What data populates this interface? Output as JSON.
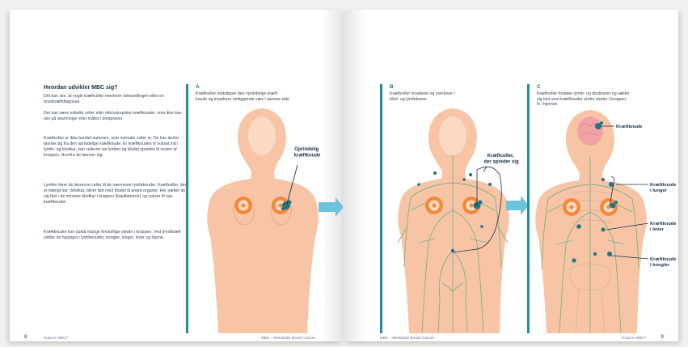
{
  "left_page": {
    "heading": "Hvordan udvikler MBC sig?",
    "paragraphs": [
      "Det kan ske, at nogle kræftceller overlever behandlingen efter en brystkræftdiagnose.",
      "Det kan være enkelte celler eller mikroskopiske kræftknuder, som ikke kan ses på skanninger eller måles i blodprøver.",
      "Kræftceller er ikke bundet sammen, som normale celler er. De kan derfor løsrive sig fra den oprindelige kræftknude. Er kræftknuden fx vokset ind i lymfe- og blodkar, kan cellerne via lymfen og blodet spredes til resten af kroppen. Hvorfra de løsriver sig.",
      "Lymfen fører de løsrevne celler til de nærmeste lymfeknuder. Kræftceller, der er trængt ind i blodkar, bliver ført med blodet til andre organer. Her sætter de sig fast i de mindste blodkar i kroppen (kapillærerne) og vokser til nye kræftknuder.",
      "Kræftknuder kan opstå mange forskellige steder i kroppen. Ved brystkræft sidder de hyppigst i lymfeknuder, knogler, lunger, lever og hjerne."
    ],
    "page_number": "8",
    "footer_left": "Hvad er MBC?",
    "footer_right": "MBC – Metastatic Breast Cancer"
  },
  "panel_a": {
    "letter": "A",
    "caption": [
      "Kræftceller undslipper den oprindelige kræft-",
      "knude og invaderer omliggende væv i samme side"
    ],
    "label": [
      "Oprindelig",
      "kræftknude"
    ]
  },
  "panel_b": {
    "letter": "B",
    "caption": [
      "Kræftceller invaderer og overlever i",
      "blod- og lymfebaner"
    ],
    "label": [
      "Kræftceller,",
      "der spreder sig"
    ]
  },
  "panel_c": {
    "letter": "C",
    "caption": [
      "Kræftceller forlader lymfe- og blodbaner og sætter",
      "sig fast som kræftknuder andre steder i kroppen,",
      "fx i hjernen"
    ],
    "labels": {
      "brain": "Kræftknude",
      "lungs": [
        "Kræftknude",
        "i lunger"
      ],
      "liver": [
        "Kræftknude",
        "i lever"
      ],
      "bones": [
        "Kræftknude",
        "i knogler"
      ]
    }
  },
  "right_page": {
    "footer_left": "MBC – Metastatic Breast Cancer",
    "footer_right": "Hvad er MBC?",
    "page_number": "9"
  },
  "colors": {
    "accent": "#2a8b9b",
    "skin": "#f7c5a6",
    "tumor": "#1d7484",
    "vessel": "#7fae8a",
    "arrow": "#6cc3dc",
    "breast": "#f28a3a"
  }
}
